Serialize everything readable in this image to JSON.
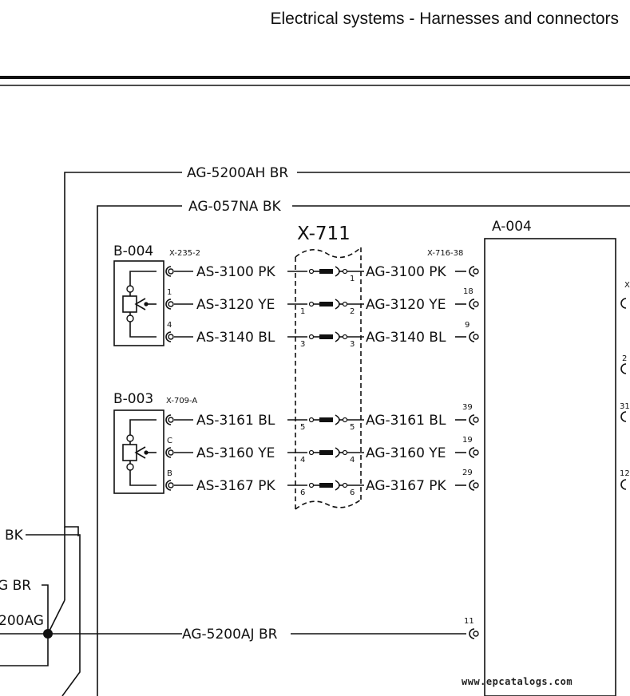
{
  "header": {
    "title": "Electrical systems - Harnesses and connectors"
  },
  "watermark": "www.epcatalogs.com",
  "diagram": {
    "connector_center": {
      "name": "X-711"
    },
    "module": {
      "name": "A-004",
      "connector": "X-716-38"
    },
    "top_wires": [
      {
        "label": "AG-5200AH  BR"
      },
      {
        "label": "AG-057NA  BK"
      }
    ],
    "sensors": [
      {
        "name": "B-004",
        "connector": "X-235-2",
        "pins": [
          {
            "pin": "",
            "left_wire": "AS-3100  PK",
            "x711_left": "",
            "x711_right": "1",
            "right_wire": "AG-3100  PK",
            "module_pin": ""
          },
          {
            "pin": "1",
            "left_wire": "AS-3120  YE",
            "x711_left": "1",
            "x711_right": "2",
            "right_wire": "AG-3120  YE",
            "module_pin": "18"
          },
          {
            "pin": "4",
            "left_wire": "AS-3140  BL",
            "x711_left": "3",
            "x711_right": "3",
            "right_wire": "AG-3140  BL",
            "module_pin": "9"
          }
        ]
      },
      {
        "name": "B-003",
        "connector": "X-709-A",
        "pins": [
          {
            "pin": "",
            "left_wire": "AS-3161  BL",
            "x711_left": "5",
            "x711_right": "5",
            "right_wire": "AG-3161  BL",
            "module_pin": "39"
          },
          {
            "pin": "C",
            "left_wire": "AS-3160  YE",
            "x711_left": "4",
            "x711_right": "4",
            "right_wire": "AG-3160  YE",
            "module_pin": "19"
          },
          {
            "pin": "B",
            "left_wire": "AS-3167  PK",
            "x711_left": "6",
            "x711_right": "6",
            "right_wire": "AG-3167  PK",
            "module_pin": "29"
          }
        ]
      }
    ],
    "left_fragments": {
      "bk": "BK",
      "ag_br": "G  BR",
      "ag_code": "200AG"
    },
    "bottom_wire": {
      "label": "AG-5200AJ  BR",
      "module_pin": "11"
    },
    "right_edge_pins": [
      "X",
      "2",
      "31",
      "12"
    ]
  }
}
